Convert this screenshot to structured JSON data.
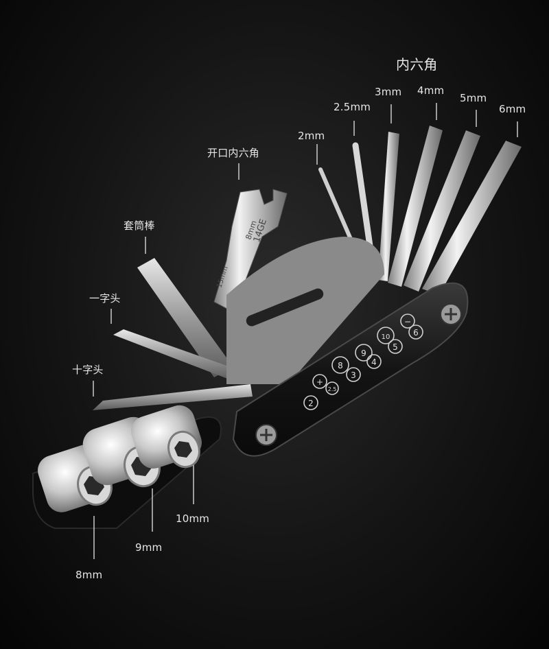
{
  "labels": {
    "hex_group": "内六角",
    "hex_2": "2mm",
    "hex_2_5": "2.5mm",
    "hex_3": "3mm",
    "hex_4": "4mm",
    "hex_5": "5mm",
    "hex_6": "6mm",
    "open_wrench": "开口内六角",
    "socket_bar": "套筒棒",
    "flat_head": "一字头",
    "phillips_head": "十字头",
    "socket_10": "10mm",
    "socket_9": "9mm",
    "socket_8": "8mm"
  },
  "body_markings": {
    "top_row": [
      "8",
      "9",
      "10",
      "−"
    ],
    "middle_row": [
      "+",
      "3",
      "4",
      "5",
      "6"
    ],
    "bottom_row": [
      "2",
      "2.5"
    ]
  },
  "wrench_engraving": {
    "line1": "8mm",
    "line2": "14GE",
    "line3": "15mm"
  }
}
